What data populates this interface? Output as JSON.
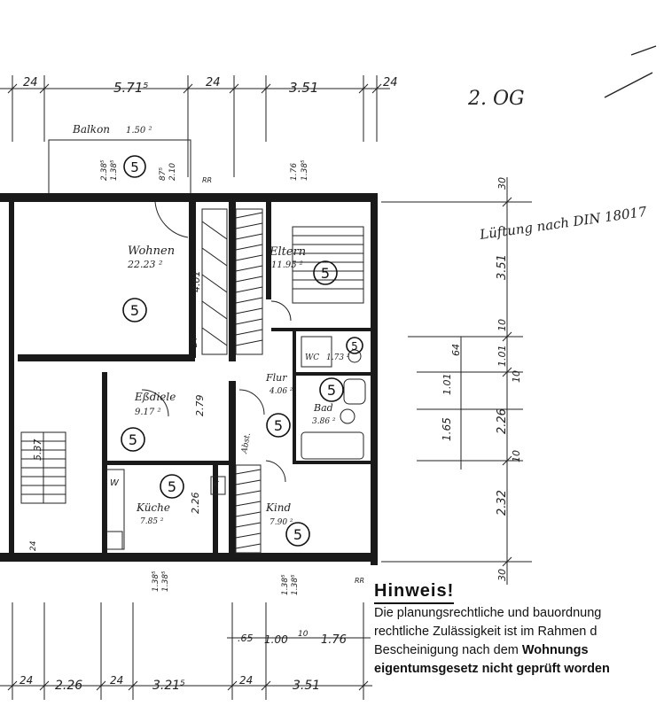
{
  "floor_label": "2. OG",
  "margin_note": "Lüftung nach DIN 18017",
  "rooms": [
    {
      "key": "balkon",
      "name": "Balkon",
      "area": "1.50 ²"
    },
    {
      "key": "wohnen",
      "name": "Wohnen",
      "area": "22.23 ²"
    },
    {
      "key": "eltern",
      "name": "Eltern",
      "area": "11.95 ²"
    },
    {
      "key": "wc",
      "name": "WC",
      "area": "1.73 ²"
    },
    {
      "key": "flur",
      "name": "Flur",
      "area": "4.06 ²"
    },
    {
      "key": "bad",
      "name": "Bad",
      "area": "3.86 ²"
    },
    {
      "key": "essdiele",
      "name": "Eßdiele",
      "area": "9.17 ²"
    },
    {
      "key": "kueche",
      "name": "Küche",
      "area": "7.85 ²"
    },
    {
      "key": "kind",
      "name": "Kind",
      "area": "7.90 ²"
    }
  ],
  "room_code": "5",
  "labels": {
    "rr": "RR",
    "abst": "Abst.",
    "k": "K",
    "w": "W"
  },
  "dims_top": [
    "24",
    "5.71⁵",
    "24",
    "3.51",
    "24"
  ],
  "dims_bottom": [
    "24",
    "2.26",
    "24",
    "3.21⁵",
    "24",
    "3.51"
  ],
  "dims_sub": [
    ".65",
    "1.00",
    "10",
    "1.76"
  ],
  "dims_right": [
    "30",
    "3.51",
    "10",
    "1.01",
    "64",
    "10",
    "2.26",
    "1.01",
    "1.65",
    "10",
    "2.32",
    "30"
  ],
  "dims_inner": [
    "2.38⁵",
    "1.38⁵",
    "87⁵",
    "2.10",
    "1.76",
    "1.38⁵",
    "4.01",
    "24",
    "2.79",
    "2.26",
    "5.37",
    "24",
    "1.38⁵",
    "1.38⁵",
    "1.38⁵",
    "1.38⁵"
  ],
  "note": {
    "title": "Hinweis!",
    "line1": "Die planungsrechtliche und bauordnung",
    "line2": "rechtliche Zulässigkeit ist im Rahmen d",
    "line3a": "Bescheinigung nach dem ",
    "line3b": "Wohnungs",
    "line4a": "eigentumsgesetz ",
    "line4b": "nicht geprüft worden"
  }
}
